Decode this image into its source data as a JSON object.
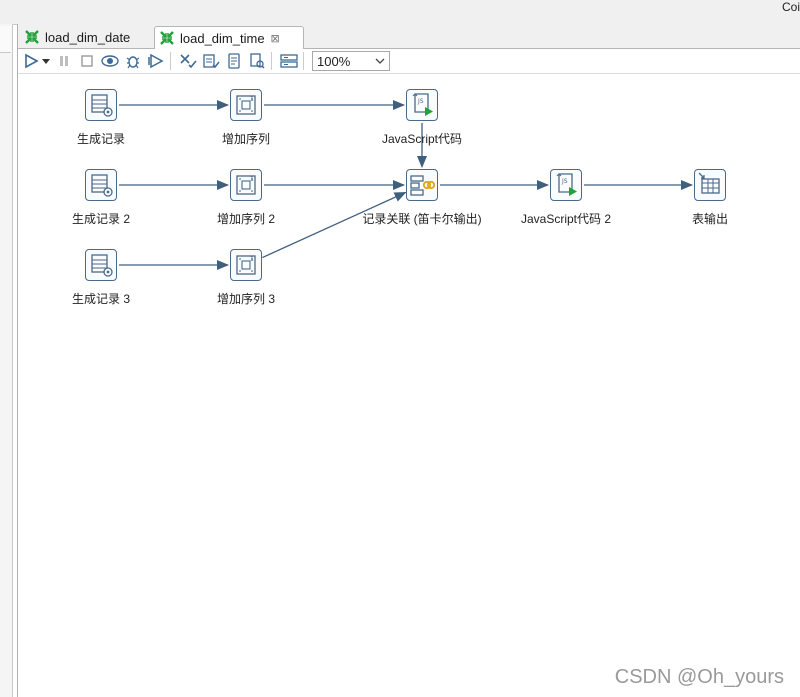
{
  "top_right": "Coi",
  "tabs": [
    {
      "label": "load_dim_date",
      "active": false
    },
    {
      "label": "load_dim_time",
      "active": true,
      "close": "⊠"
    }
  ],
  "toolbar": {
    "zoom": "100%",
    "icons": [
      "run-icon",
      "run-dropdown-icon",
      "pause-icon",
      "stop-icon",
      "preview-icon",
      "debug-icon",
      "replay-icon",
      "verify-icon",
      "impact-icon",
      "sql-icon",
      "explore-db-icon",
      "show-results-icon"
    ]
  },
  "steps": [
    {
      "id": "gen1",
      "label": "生成记录",
      "type": "generate-rows"
    },
    {
      "id": "seq1",
      "label": "增加序列",
      "type": "add-sequence"
    },
    {
      "id": "js1",
      "label": "JavaScript代码",
      "type": "javascript"
    },
    {
      "id": "gen2",
      "label": "生成记录 2",
      "type": "generate-rows"
    },
    {
      "id": "seq2",
      "label": "增加序列 2",
      "type": "add-sequence"
    },
    {
      "id": "join",
      "label": "记录关联 (笛卡尔输出)",
      "type": "join-rows"
    },
    {
      "id": "js2",
      "label": "JavaScript代码 2",
      "type": "javascript"
    },
    {
      "id": "out",
      "label": "表输出",
      "type": "table-output"
    },
    {
      "id": "gen3",
      "label": "生成记录 3",
      "type": "generate-rows"
    },
    {
      "id": "seq3",
      "label": "增加序列 3",
      "type": "add-sequence"
    }
  ],
  "hops": [
    [
      "gen1",
      "seq1"
    ],
    [
      "seq1",
      "js1"
    ],
    [
      "js1",
      "join"
    ],
    [
      "gen2",
      "seq2"
    ],
    [
      "seq2",
      "join"
    ],
    [
      "join",
      "js2"
    ],
    [
      "js2",
      "out"
    ],
    [
      "gen3",
      "seq3"
    ],
    [
      "seq3",
      "join"
    ]
  ],
  "watermark": "CSDN @Oh_yours",
  "colors": {
    "hop": "#3e5f7e",
    "node_border": "#4a6a8a",
    "accent_green": "#22a03a"
  }
}
